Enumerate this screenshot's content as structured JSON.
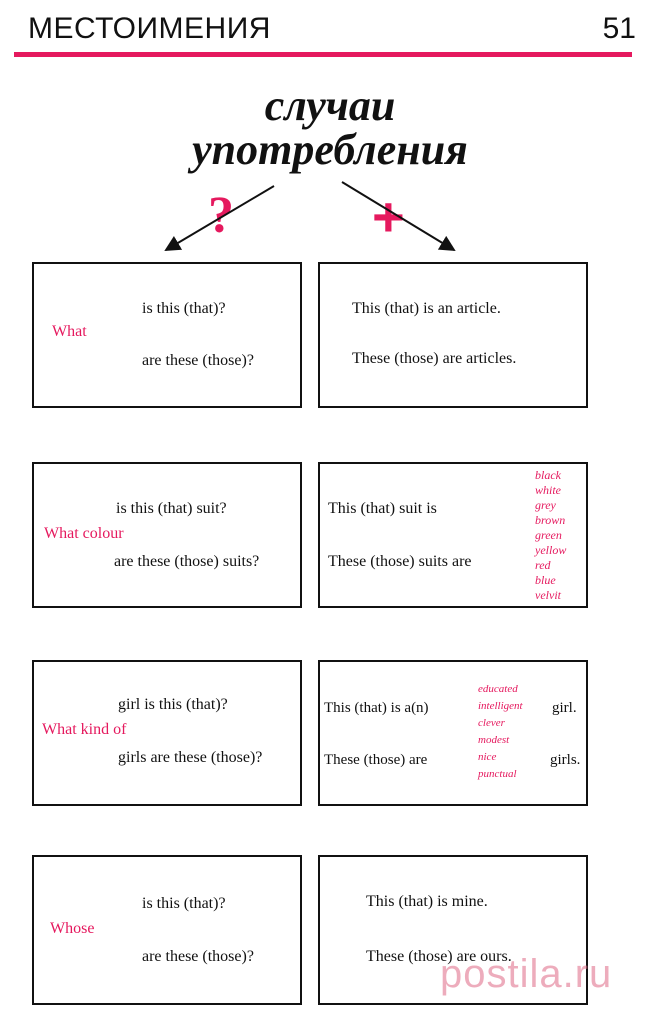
{
  "header": {
    "title": "МЕСТОИМЕНИЯ",
    "page_number": "51"
  },
  "main_title": {
    "line1": "случаи",
    "line2": "употребления"
  },
  "symbols": {
    "question": "?",
    "plus": "+"
  },
  "rows": [
    {
      "left": {
        "word": "What",
        "line1": "is this (that)?",
        "line2": "are these (those)?"
      },
      "right": {
        "line1": "This (that) is an article.",
        "line2": "These (those) are articles."
      }
    },
    {
      "left": {
        "word": "What colour",
        "line1": "is this (that) suit?",
        "line2": "are these (those) suits?"
      },
      "right": {
        "line1": "This (that) suit is",
        "line2": "These (those) suits are",
        "options": [
          "black",
          "white",
          "grey",
          "brown",
          "green",
          "yellow",
          "red",
          "blue",
          "velvit"
        ]
      }
    },
    {
      "left": {
        "word": "What kind of",
        "line1": "girl is this (that)?",
        "line2": "girls are these (those)?"
      },
      "right": {
        "line1": "This (that) is a(n)",
        "line2": "These (those) are",
        "options": [
          "educated",
          "intelligent",
          "clever",
          "modest",
          "nice",
          "punctual"
        ],
        "end1": "girl.",
        "end2": "girls."
      }
    },
    {
      "left": {
        "word": "Whose",
        "line1": "is this (that)?",
        "line2": "are these (those)?"
      },
      "right": {
        "line1": "This (that) is mine.",
        "line2": "These (those) are ours."
      }
    }
  ],
  "watermark": "postila.ru",
  "colors": {
    "accent": "#e5195e",
    "text": "#111111"
  }
}
